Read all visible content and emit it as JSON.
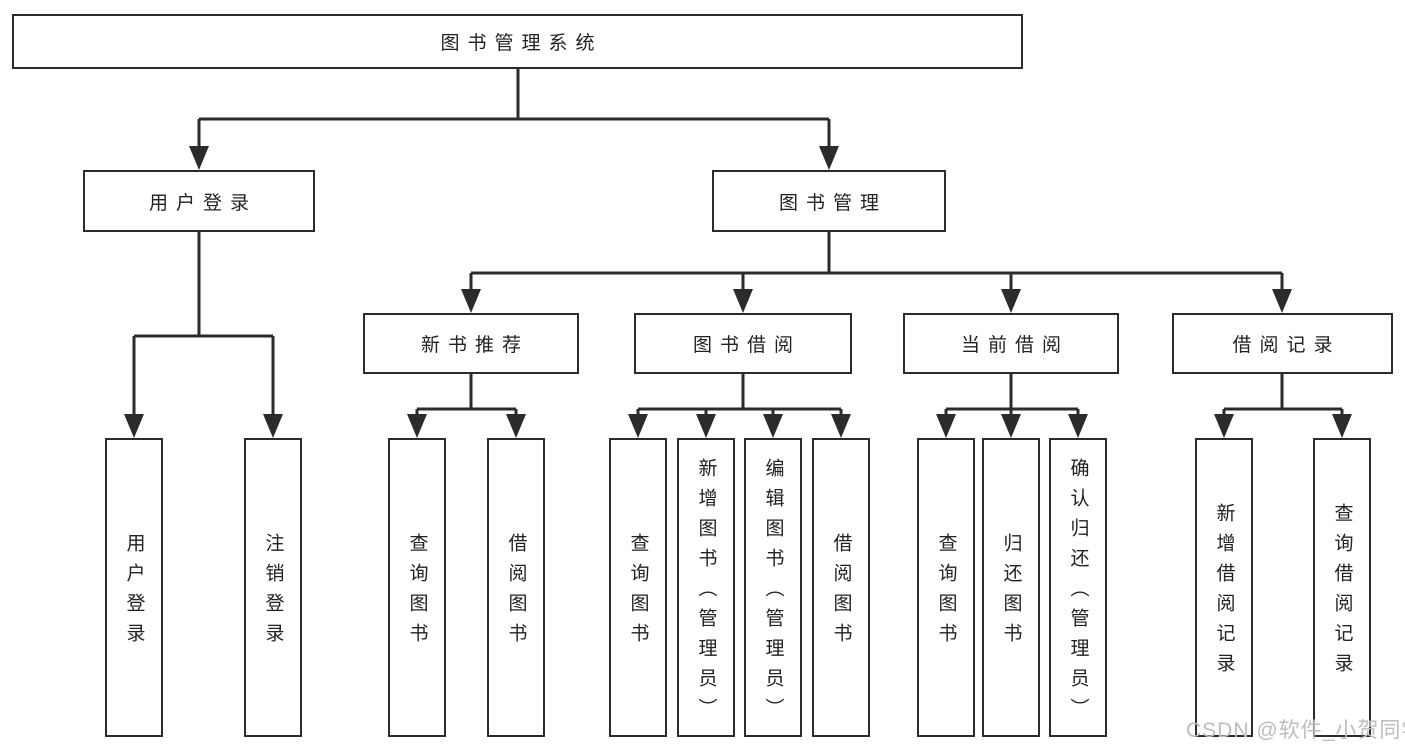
{
  "diagram_title": "图书管理系统",
  "tree": {
    "root": {
      "label": "图书管理系统"
    },
    "level2": [
      {
        "id": "user-login",
        "label": "用户登录"
      },
      {
        "id": "book-management",
        "label": "图书管理"
      }
    ],
    "level3": [
      {
        "id": "new-book-recommend",
        "label": "新书推荐",
        "parent": "图书管理"
      },
      {
        "id": "book-borrowing",
        "label": "图书借阅",
        "parent": "图书管理"
      },
      {
        "id": "current-borrowing",
        "label": "当前借阅",
        "parent": "图书管理"
      },
      {
        "id": "borrowing-records",
        "label": "借阅记录",
        "parent": "图书管理"
      }
    ],
    "leaves": [
      {
        "id": "user-login-leaf",
        "label": "用户登录",
        "parent": "用户登录"
      },
      {
        "id": "logout-leaf",
        "label": "注销登录",
        "parent": "用户登录"
      },
      {
        "id": "query-books-recommend",
        "label": "查询图书",
        "parent": "新书推荐"
      },
      {
        "id": "borrow-books-recommend",
        "label": "借阅图书",
        "parent": "新书推荐"
      },
      {
        "id": "query-books-borrowing",
        "label": "查询图书",
        "parent": "图书借阅"
      },
      {
        "id": "add-books-admin",
        "label": "新增图书（管理员）",
        "parent": "图书借阅"
      },
      {
        "id": "edit-books-admin",
        "label": "编辑图书（管理员）",
        "parent": "图书借阅"
      },
      {
        "id": "borrow-books-borrowing",
        "label": "借阅图书",
        "parent": "图书借阅"
      },
      {
        "id": "query-books-current",
        "label": "查询图书",
        "parent": "当前借阅"
      },
      {
        "id": "return-books",
        "label": "归还图书",
        "parent": "当前借阅"
      },
      {
        "id": "confirm-return-admin",
        "label": "确认归还（管理员）",
        "parent": "当前借阅"
      },
      {
        "id": "add-borrow-record",
        "label": "新增借阅记录",
        "parent": "借阅记录"
      },
      {
        "id": "query-borrow-record",
        "label": "查询借阅记录",
        "parent": "借阅记录"
      }
    ]
  },
  "watermark": {
    "text": "CSDN @软件_小贺同学",
    "color": "#bdbdbd"
  },
  "colors": {
    "line": "#2b2b2b",
    "box_border": "#2b2b2b",
    "box_background": "#ffffff",
    "text": "#222222",
    "background": "#ffffff"
  }
}
